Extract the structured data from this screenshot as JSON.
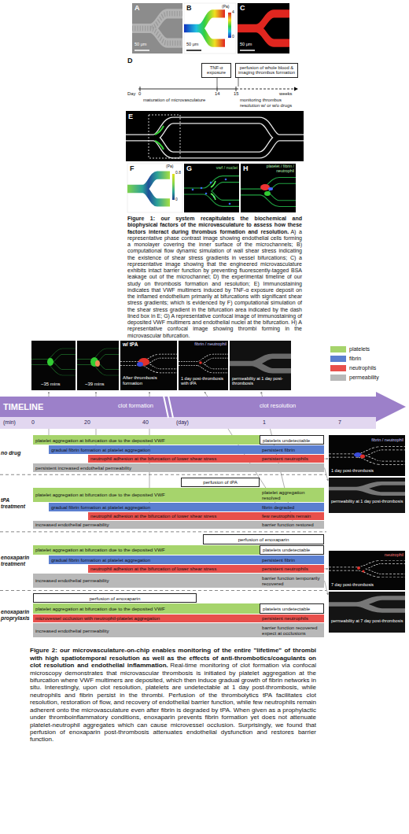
{
  "diagram": {
    "nodes": [
      {
        "text": [
          "TNF-α exposure"
        ]
      },
      {
        "text": [
          "perfusion of whole blood & imaging thrombus formation"
        ]
      },
      {
        "text": [
          "platelet aggregation at bifurcation due to the deposited VWF"
        ]
      },
      {
        "text": [
          "platelets undetectable"
        ]
      },
      {
        "text": [
          "gradual fibrin formation at platelet aggregation"
        ]
      },
      {
        "text": [
          "persistent fibrin"
        ]
      },
      {
        "text": [
          "neutrophil adhesion at the bifurcation of lower shear stress"
        ]
      },
      {
        "text": [
          "persistent neutrophils"
        ]
      },
      {
        "text": [
          "persistent increased endothelial permeability"
        ]
      },
      {
        "text": [
          "perfusion of tPA"
        ]
      },
      {
        "text": [
          "platelet aggregation at bifurcation due to the deposited VWF"
        ]
      },
      {
        "text": [
          "platelet aggregation resolved"
        ]
      },
      {
        "text": [
          "gradual fibrin formation at platelet aggregation"
        ]
      },
      {
        "text": [
          "fibrin degraded"
        ]
      },
      {
        "text": [
          "neutrophil adhesion at the bifurcation of lower shear stress"
        ]
      },
      {
        "text": [
          "few neutrophils remain"
        ]
      },
      {
        "text": [
          "increased endothelial permeability"
        ]
      },
      {
        "text": [
          "barrier function restored"
        ]
      },
      {
        "text": [
          "perfusion of enoxaparin"
        ]
      },
      {
        "text": [
          "platelet aggregation at bifurcation due to the deposited VWF"
        ]
      },
      {
        "text": [
          "platelets undetectable"
        ]
      },
      {
        "text": [
          "gradual fibrin formation at platelet aggregation"
        ]
      },
      {
        "text": [
          "persistent fibrin"
        ]
      },
      {
        "text": [
          "neutrophil adhesion at the bifurcation of lower shear stress"
        ]
      },
      {
        "text": [
          "persistent neutrophils"
        ]
      },
      {
        "text": [
          "increased endothelial permeability"
        ]
      },
      {
        "text": [
          "barrier function temporarily recovered"
        ]
      },
      {
        "text": [
          "perfusion of enoxaparin"
        ]
      },
      {
        "text": [
          "platelet aggregation at bifurcation due to the deposited VWF"
        ]
      },
      {
        "text": [
          "platelets undetectable"
        ]
      },
      {
        "text": [
          "microvessel occlusion with neutrophil-platelet aggregation"
        ]
      },
      {
        "text": [
          "persistent neutrophils"
        ]
      },
      {
        "text": [
          "increased endothelial permeability"
        ]
      },
      {
        "text": [
          "barrier function recovered expect at occlusions"
        ]
      }
    ],
    "labels": [
      "A",
      "50 μm",
      "B",
      "(Pa)",
      "4",
      "0",
      "50 μm",
      "C",
      "50 μm",
      "D",
      "Day",
      "0",
      "14",
      "15",
      "weeks",
      "maturation of microvasculature",
      "monitoring thrombus resolution w/ or w/o drugs",
      "E",
      "F",
      "(Pa)",
      "0.8",
      "0",
      "G",
      "vwf / nuclei",
      "H",
      "platelet / fibrin / neutrophil",
      "Figure 1: our system recapitulates the biochemical and biophysical factors of the microvasculature to assess how these factors interact during thrombus formation and resolution.",
      "A) a representative phase contrast image showing endothelial cells forming a monolayer covering the inner surface of the microchannels; B) computational flow dynamic simulation of wall shear stress indicating the existence of shear stress gradients in vessel bifurcations; C) a representative image showing that the engineered microvasculature exhibits intact barrier function by preventing fluorescently-tagged BSA leakage out of the microchannel; D) the experimental timeline of our study on thrombosis formation and resolution; E) Immunostaining indicates that VWF multimers induced by TNF-α exposure deposit on the inflamed endothelium primarily at bifurcations with significant shear stress gradients; which is evidenced by F) computational simulation of the shear stress gradient in the bifurcation area indicated by the dash lined box in E; G) A representative confocal image of immunostaining of deposited VWF multimers and endothelial nuclei at the bifurcation. H) A representative confocal image showing thrombi forming in the microvascular bifurcation.",
      "~35 mins",
      "~39 mins",
      "w/ tPA",
      "After thrombosis formation",
      "fibrin / neutrophil",
      "1 day post-thrombosis with tPA",
      "permeability at 1 day post-thrombosis",
      "TIMELINE",
      "clot formation",
      "clot resolution",
      "(min)",
      "0",
      "20",
      "40",
      "(day)",
      "1",
      "7",
      "no drug",
      "tPA treatment",
      "enoxaparin treatment",
      "enoxaparin proprylaxis",
      "fibrin / neutrophil",
      "1 day post-thrombosis",
      "permeability at 1 day post-thrombosis",
      "neutrophil",
      "7 day post-thrombosis",
      "permeability at 7 day post-thrombosis",
      "Figure 2: our microvasculature-on-chip enables monitoring of the entire \"lifetime\" of thrombi with high spatiotemporal resolution as well as the effects of anti-thrombotics/coagulants on clot resolution and endothelial inflammation.",
      "Real-time monitoring of clot formation via confocal microscopy demonstrates that microvascular thrombosis is initiated by platelet aggregation at the bifurcation where VWF multimers are deposited, which then induce gradual growth of fibrin networks in situ. Interestingly, upon clot resolution, platelets are undetectable at 1 day post-thrombosis, while neutrophils and fibrin persist in the thrombi. Perfusion of the thrombolytics tPA facilitates clot resolution, restoration of flow, and recovery of endothelial barrier function, while few neutrophils remain adherent onto the microvasculature even after fibrin is degraded by tPA. When given as a prophylactic under thromboinflammatory conditions, enoxaparin prevents fibrin formation yet does not attenuate platelet-neutrophil aggregates which can cause microvessel occlusion. Surprisingly, we found that perfusion of enoxaparin post-thrombosis attenuates endothelial dysfunction and restores barrier function."
    ],
    "legend": [
      {
        "text": "platelets",
        "color": "#a6d46c"
      },
      {
        "text": "fibrin",
        "color": "#5b7fd0"
      },
      {
        "text": "neutrophils",
        "color": "#e8504c"
      },
      {
        "text": "permeability",
        "color": "#b8b8b8"
      }
    ]
  }
}
